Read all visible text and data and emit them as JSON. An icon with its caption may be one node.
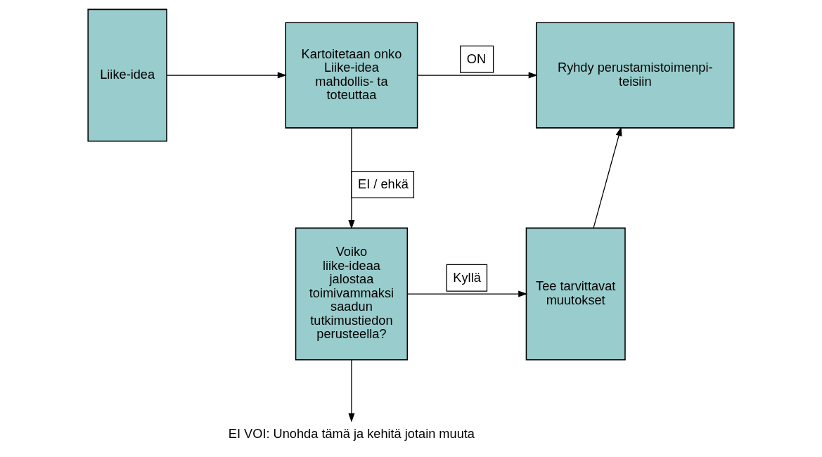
{
  "diagram": {
    "nodes": [
      {
        "text": [
          "Liike-idea"
        ]
      },
      {
        "text": [
          "Kartoitetaan onko Liike-idea mahdollis- ta toteuttaa"
        ]
      },
      {
        "text": [
          "Ryhdy perustamistoimenpi- teisiin"
        ]
      },
      {
        "text": [
          "Voiko liike-ideaa jalostaa toimivammaksi saadun tutkimustiedon perusteella?"
        ]
      },
      {
        "text": [
          "Tee tarvittavat muutokset"
        ]
      },
      {
        "text": [
          "EI VOI: Unohda tämä ja kehitä jotain muuta"
        ]
      }
    ],
    "edges": [
      {
        "from": 0,
        "to": 1,
        "arrow": "to"
      },
      {
        "from": 1,
        "to": 2,
        "arrow": "to",
        "label": "ON"
      },
      {
        "from": 1,
        "to": 3,
        "arrow": "to",
        "label": "EI / ehkä"
      },
      {
        "from": 3,
        "to": 4,
        "arrow": "to",
        "label": "Kyllä"
      },
      {
        "from": 4,
        "to": 2,
        "arrow": "to"
      },
      {
        "from": 3,
        "to": 5,
        "arrow": "to"
      }
    ]
  }
}
